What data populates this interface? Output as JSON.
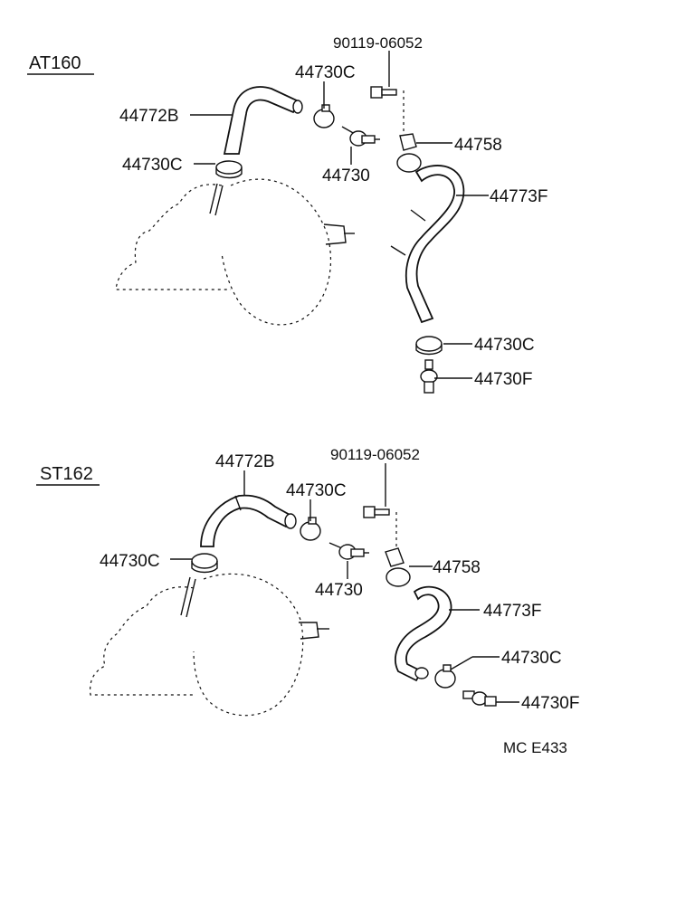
{
  "sections": [
    {
      "header": "AT160",
      "labels": {
        "bolt": "90119-06052",
        "clamp_top": "44730C",
        "hose_b": "44772B",
        "clamp_left": "44730C",
        "bracket": "44758",
        "valve": "44730",
        "hose_f": "44773F",
        "clamp_bottom": "44730C",
        "union": "44730F"
      }
    },
    {
      "header": "ST162",
      "labels": {
        "hose_b": "44772B",
        "bolt": "90119-06052",
        "clamp_top": "44730C",
        "clamp_left": "44730C",
        "bracket": "44758",
        "valve": "44730",
        "hose_f": "44773F",
        "clamp_bottom": "44730C",
        "union": "44730F"
      }
    }
  ],
  "footer_code": "MC E433",
  "colors": {
    "line": "#111111",
    "background": "#ffffff"
  }
}
